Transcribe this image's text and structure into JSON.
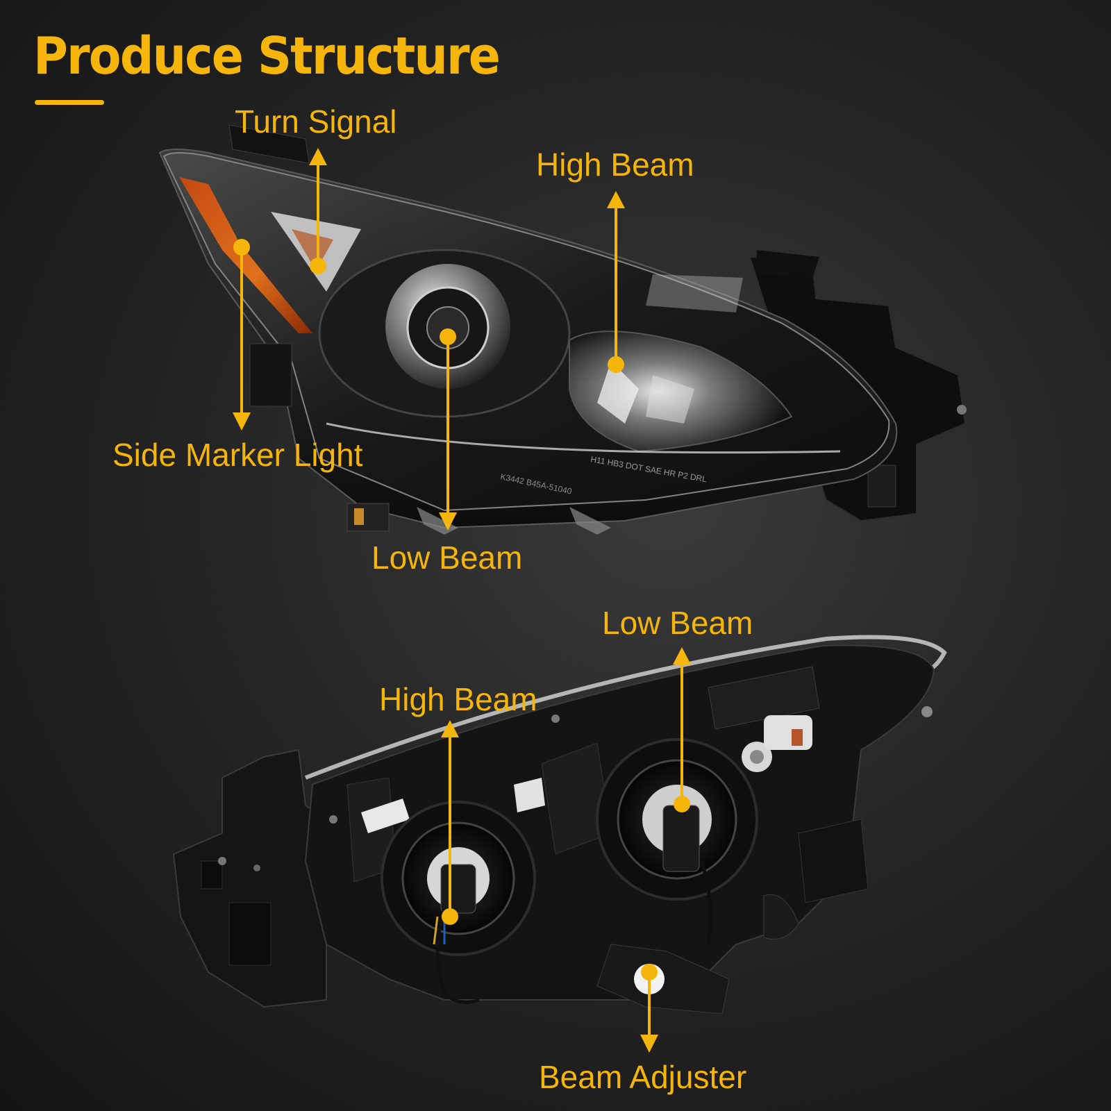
{
  "title": "Produce Structure",
  "colors": {
    "accent": "#f5b50a",
    "background": "#222222"
  },
  "callouts": {
    "turn_signal": "Turn Signal",
    "high_beam_front": "High Beam",
    "side_marker_light": "Side Marker Light",
    "low_beam_front": "Low Beam",
    "low_beam_rear": "Low Beam",
    "high_beam_rear": "High Beam",
    "beam_adjuster": "Beam Adjuster"
  }
}
